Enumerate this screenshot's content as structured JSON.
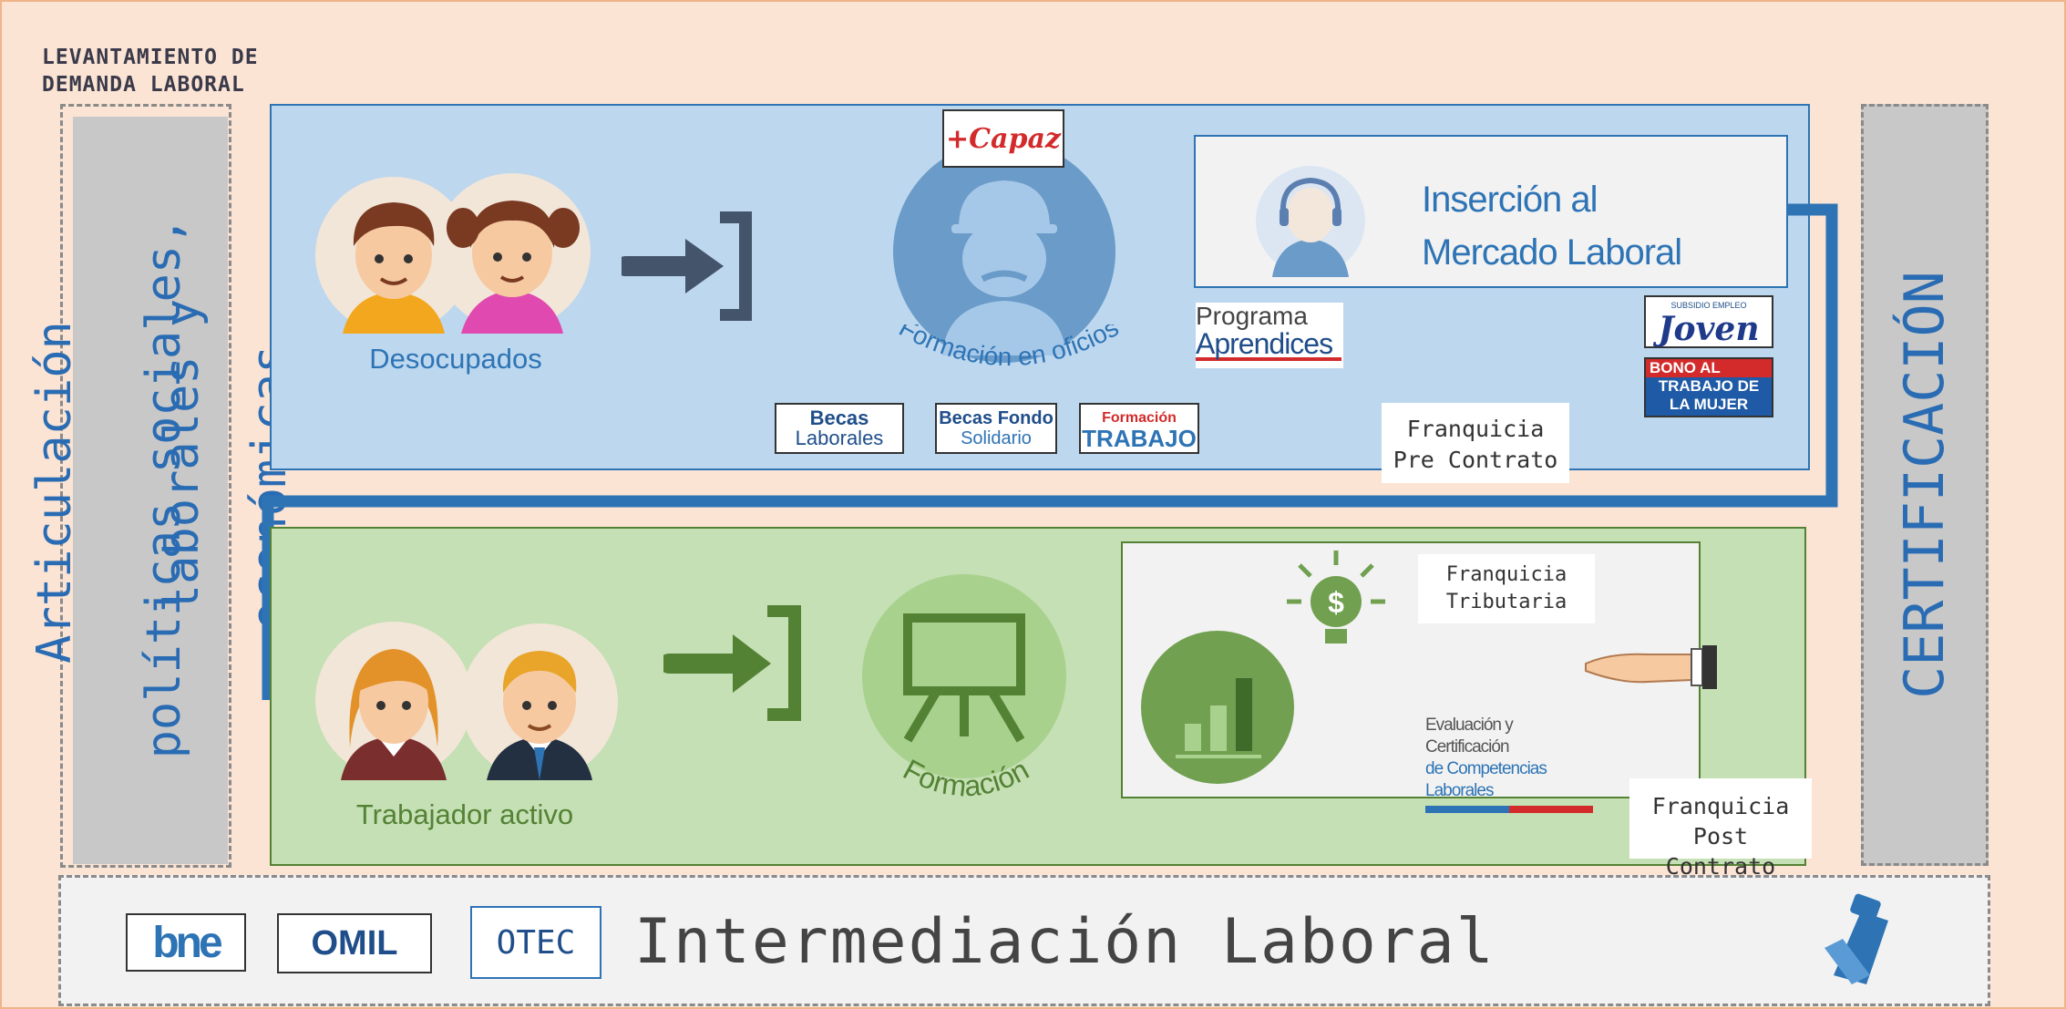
{
  "levantamiento": "LEVANTAMIENTO DE\nDEMANDA LABORAL",
  "left_vertical": {
    "line1": "Articulación",
    "line2": "políticas sociales,",
    "line3": "laborales y",
    "line4": "económicas"
  },
  "certificacion": "CERTIFICACIÓN",
  "top_row": {
    "desocupados": "Desocupados",
    "formacion_oficios": "Formación en oficios",
    "capaz_logo": "+Capaz",
    "insercion_line1": "Inserción al",
    "insercion_line2": "Mercado Laboral",
    "programa_aprendices_1": "Programa",
    "programa_aprendices_2": "Aprendices",
    "joven_small": "SUBSIDIO EMPLEO",
    "joven": "Joven",
    "bono_1": "BONO AL",
    "bono_2": "TRABAJO DE",
    "bono_3": "LA MUJER",
    "becas_laborales_1": "Becas",
    "becas_laborales_2": "Laborales",
    "becas_fondo_1": "Becas Fondo",
    "becas_fondo_2": "Solidario",
    "formacion_trabajo_1": "Formación",
    "formacion_trabajo_2": "TRABAJO",
    "franquicia_pre": "Franquicia\nPre Contrato"
  },
  "bottom_row": {
    "trabajador": "Trabajador activo",
    "formacion": "Formación",
    "franquicia_tributaria": "Franquicia\nTributaria",
    "evaluacion_1": "Evaluación y Certificación",
    "evaluacion_2": "de Competencias Laborales",
    "franquicia_post": "Franquicia\nPost\nContrato"
  },
  "intermediacion": {
    "title": "Intermediación Laboral",
    "bne": "bne",
    "omil": "OMIL",
    "otec": "OTEC"
  },
  "colors": {
    "background": "#fce4d4",
    "blue_panel": "#bdd7ee",
    "green_panel": "#c5e0b4",
    "accent_blue": "#2e74b5",
    "accent_green": "#548235"
  }
}
